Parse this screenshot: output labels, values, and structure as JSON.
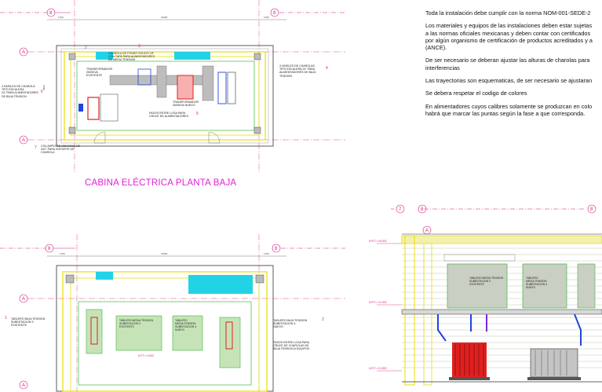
{
  "notes": [
    "Toda la instalación debe cumplir con la norma NOM-001-SEDE-2",
    "Los materiales y equipos de las instalaciones deben estar sujetas\na las normas oficiales mexicanas y deben contar con certificados\npor algún organismo de certificación de productos acreditados y a\n(ANCE).",
    "De ser necesario se deberan ajustar las alturas de charolas para\ninterferencias",
    "Las trayectorias son esquematicas, de ser necesario se ajustaran",
    "Se debera respetar el codigo de colores",
    "En alimentadores cuyos calibres solamente se produzcan en colo\nhabrá que marcar las puntas según la fase a que corresponda."
  ],
  "plan_title": "CABINA ELÉCTRICA PLANTA BAJA",
  "plan_top": {
    "label_charola_fondo": "CHAROLA DE FONDO SOLIDO 18\"\nCON TAPA PARA ALIMENTADORES\nDE MEDIA TENSION",
    "label_transformador_existente": "TRANSFORMADOR\n2500KVA\nEXISTENTE",
    "label_transformador_nuevo": "TRANSFORMADOR\n3000KVA NUEVO",
    "label_pasos_losa": "PASOS ENTRE LOSA PARA\nCRUCE DE ALIMENTADORES",
    "label_niveles_left": "3 NIVELES DE CHAROLA\nTIPO ESCALERA\n24\" PARA ALIMENTADORES\nDE BAJA TENSION",
    "label_niveles_right": "3 NIVELES DE CHAROLAS\nTIPO ESCALERA 24\" PARA\nALIMENTADORES DE BAJA\nTENSION",
    "label_columpio": "COLUMPIO DE UNICANAL DE\n4X2\" PARA SOPORTE DE\nCHAROLA",
    "dims": [
      "1700",
      "13300",
      "1700"
    ],
    "dim_side": "4800",
    "bubbles_top": [
      "8",
      "8"
    ],
    "bubbles_side": [
      "A",
      "A"
    ],
    "bubbles_num": [
      "2",
      "3",
      "4",
      "5",
      "6",
      "7"
    ]
  },
  "plan_bottom": {
    "label_tablero_left": "TABLERO BAJA TENSION\nSUBESTACION 3\nEXISTENTE",
    "label_tablero_right": "TABLERO BAJA TENSION\nSUBESTACION 4\nNUEVO",
    "label_tablero_media3": "TABLERO MEDIA TENSION\nSUBESTACION 3\nEXISTENTE",
    "label_tablero_media4": "TABLERO\nMEDIA TENSION\nSUBESTACION 4\nNUEVO",
    "label_pasos": "PASOS ENTRE LOSA PARA\nCRUCE DE CHAROLAS DE\nBAJA TENSION A EQUIPOS",
    "label_npt": "N.P.T.=+4.000",
    "dims": [
      "1700",
      "13300",
      "1700"
    ],
    "bubbles_top": [
      "8",
      "8"
    ],
    "bubbles_side": [
      "A",
      "A"
    ],
    "bubbles_num": [
      "1",
      "2"
    ]
  },
  "elevation": {
    "label_npt_top": "N.P.T.=+8.000",
    "label_npt_mid": "N.P.T.=+4.000",
    "label_npt_low": "N.P.T.=+0.000",
    "label_tablero_media3": "TABLERO MEDIA TENSION\nSUBESTACION 3\nEXISTENTE",
    "label_tablero_media4": "TABLERO\nMEDIA TENSION\nSUBESTACION 4\nNUEVO",
    "bubbles_top": [
      "7",
      "8",
      "8"
    ],
    "bubble_a": "A"
  },
  "colors": {
    "yellow": "#e8e000",
    "cyan": "#22d3e6",
    "green": "#3db83d",
    "red": "#e02020",
    "magenta": "#e020d8",
    "blue": "#2244dd"
  }
}
